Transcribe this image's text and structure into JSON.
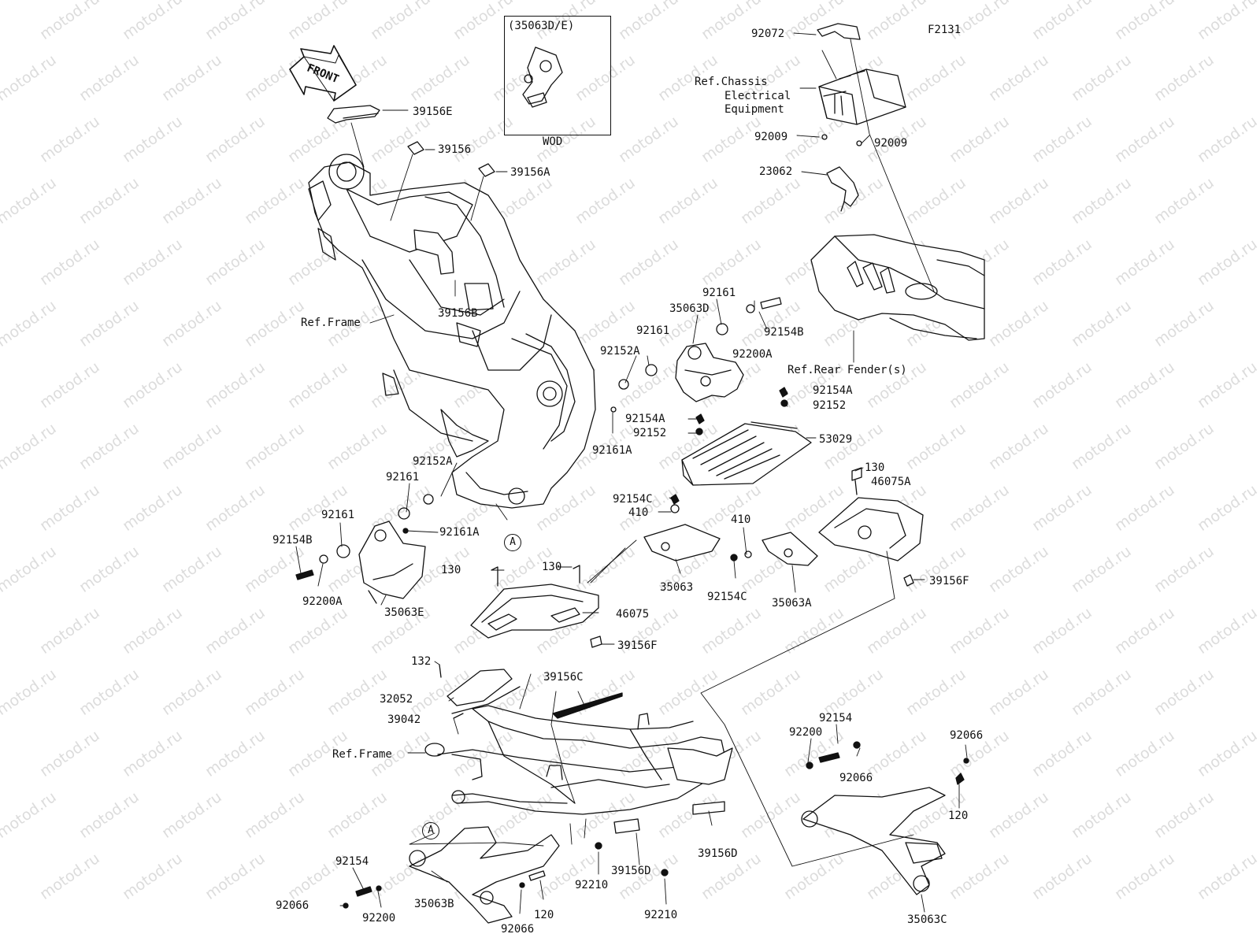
{
  "diagram": {
    "figure_id": "F2131",
    "watermark": "motod.ru",
    "direction_arrow": "FRONT",
    "inset": {
      "title": "(35063D/E)",
      "caption": "WOD"
    },
    "callout_marker": "A",
    "labels": {
      "p39156E": "39156E",
      "p39156": "39156",
      "p39156A": "39156A",
      "p39156B": "39156B",
      "ref_frame_top": "Ref.Frame",
      "p92072": "92072",
      "ref_chassis_1": "Ref.Chassis",
      "ref_chassis_2": "Electrical",
      "ref_chassis_3": "Equipment",
      "p92009_l": "92009",
      "p92009_r": "92009",
      "p23062": "23062",
      "p92161_a": "92161",
      "p35063D": "35063D",
      "p92161_b": "92161",
      "p92154B_r": "92154B",
      "p92200A_r": "92200A",
      "p92152A_r": "92152A",
      "ref_rear_fender": "Ref.Rear Fender(s)",
      "p92154A_r": "92154A",
      "p92152_r": "92152",
      "p92154A_m": "92154A",
      "p92152_m": "92152",
      "p92161A_m": "92161A",
      "p53029": "53029",
      "p130_r": "130",
      "p46075A": "46075A",
      "p92152A_l": "92152A",
      "p92161_l1": "92161",
      "p92161_l2": "92161",
      "p92161A_l": "92161A",
      "p92154B_l": "92154B",
      "p92200A_l": "92200A",
      "p35063E": "35063E",
      "p92154C_t": "92154C",
      "p410_l": "410",
      "p410_r": "410",
      "p130_l": "130",
      "p130_m": "130",
      "p35063": "35063",
      "p92154C_b": "92154C",
      "p35063A": "35063A",
      "p39156F_r": "39156F",
      "p46075": "46075",
      "p39156F_l": "39156F",
      "p132": "132",
      "p39156C": "39156C",
      "p32052": "32052",
      "p39042": "39042",
      "ref_frame_bottom": "Ref.Frame",
      "p92154_r": "92154",
      "p92200_r": "92200",
      "p92066_r1": "92066",
      "p92066_r2": "92066",
      "p120_r": "120",
      "p39156D_r": "39156D",
      "p39156D_l": "39156D",
      "p92210_a": "92210",
      "p92210_b": "92210",
      "p92154_l": "92154",
      "p92066_l": "92066",
      "p92200_l": "92200",
      "p35063B": "35063B",
      "p120_l": "120",
      "p92066_b": "92066",
      "p35063C": "35063C"
    }
  }
}
